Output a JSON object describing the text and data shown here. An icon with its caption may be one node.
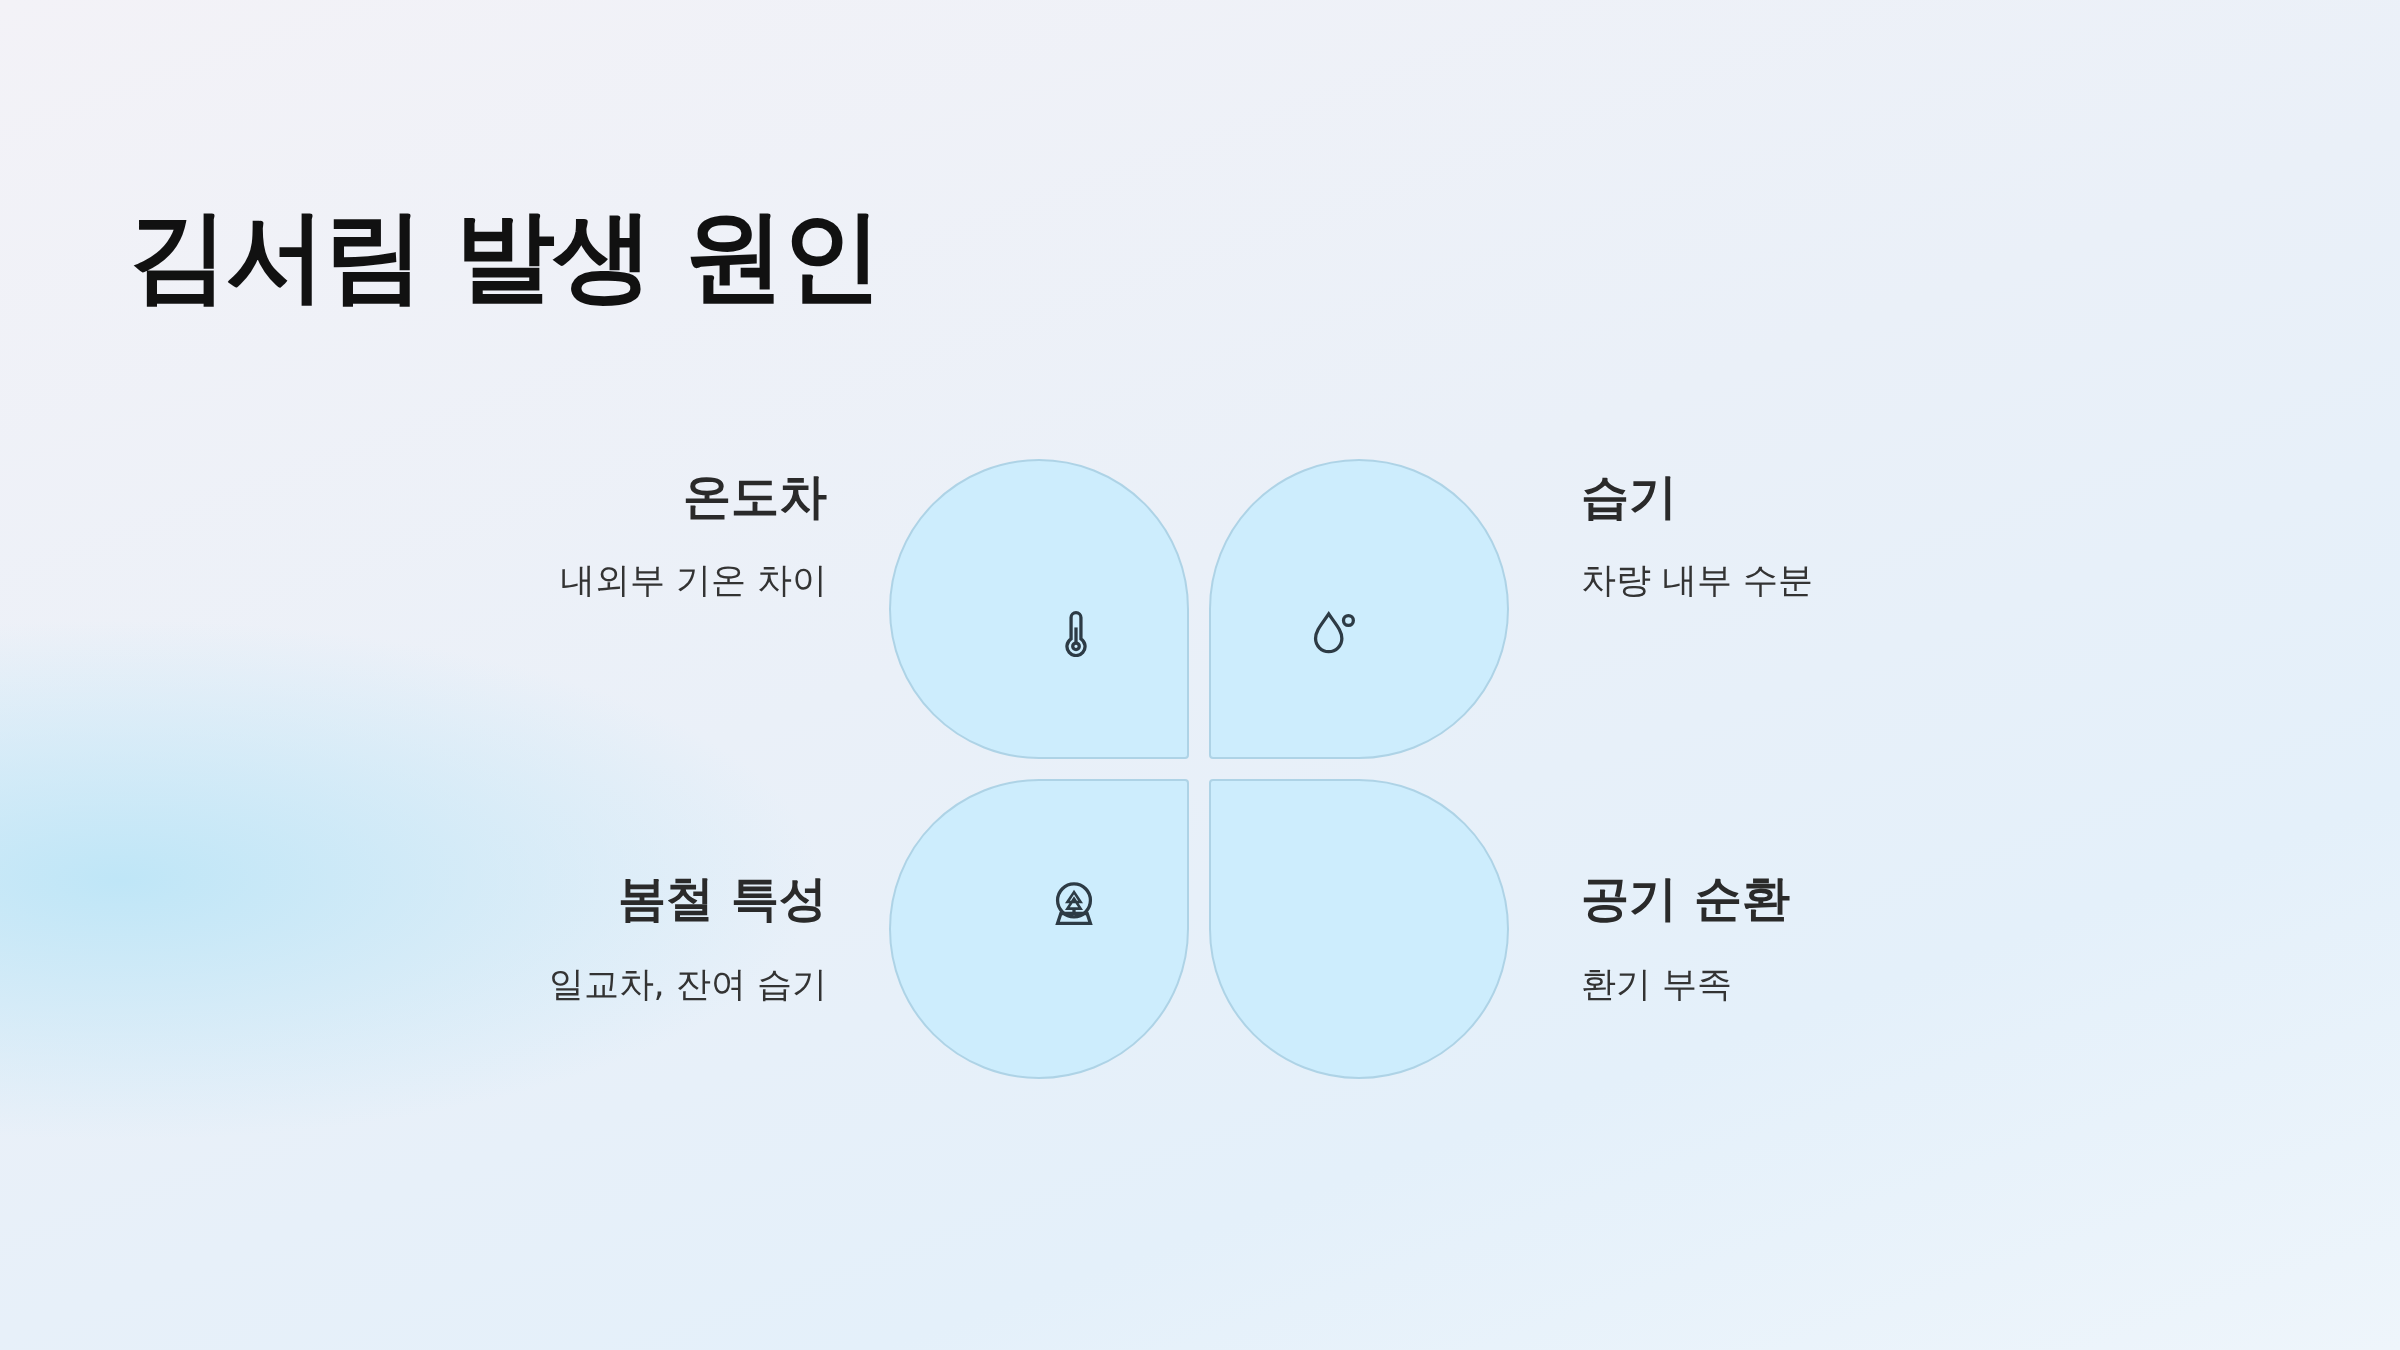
{
  "diagram": {
    "title": "김서림 발생 원인",
    "nodes": [
      {
        "text": [
          "온도차",
          "내외부 기온 차이"
        ]
      },
      {
        "text": [
          "습기",
          "차량 내부 수분"
        ]
      },
      {
        "text": [
          "봄철 특성",
          "일교차, 잔여 습기"
        ]
      },
      {
        "text": [
          "공기 순환",
          "환기 부족"
        ]
      }
    ],
    "edges": []
  }
}
